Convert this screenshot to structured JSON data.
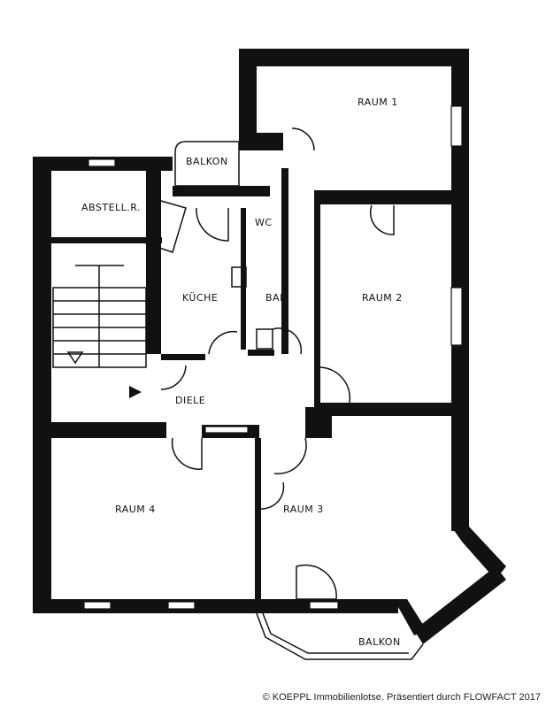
{
  "rooms": {
    "raum1": "RAUM 1",
    "balkon_top": "BALKON",
    "abstell": "ABSTELL.R.",
    "wc": "WC",
    "kueche": "KÜCHE",
    "bad": "BAD",
    "raum2": "RAUM 2",
    "diele": "DIELE",
    "raum4": "RAUM 4",
    "raum3": "RAUM 3",
    "balkon_bottom": "BALKON"
  },
  "footer": {
    "copyright": "© KOEPPL Immobilienlotse. Präsentiert durch FLOWFACT 2017"
  }
}
